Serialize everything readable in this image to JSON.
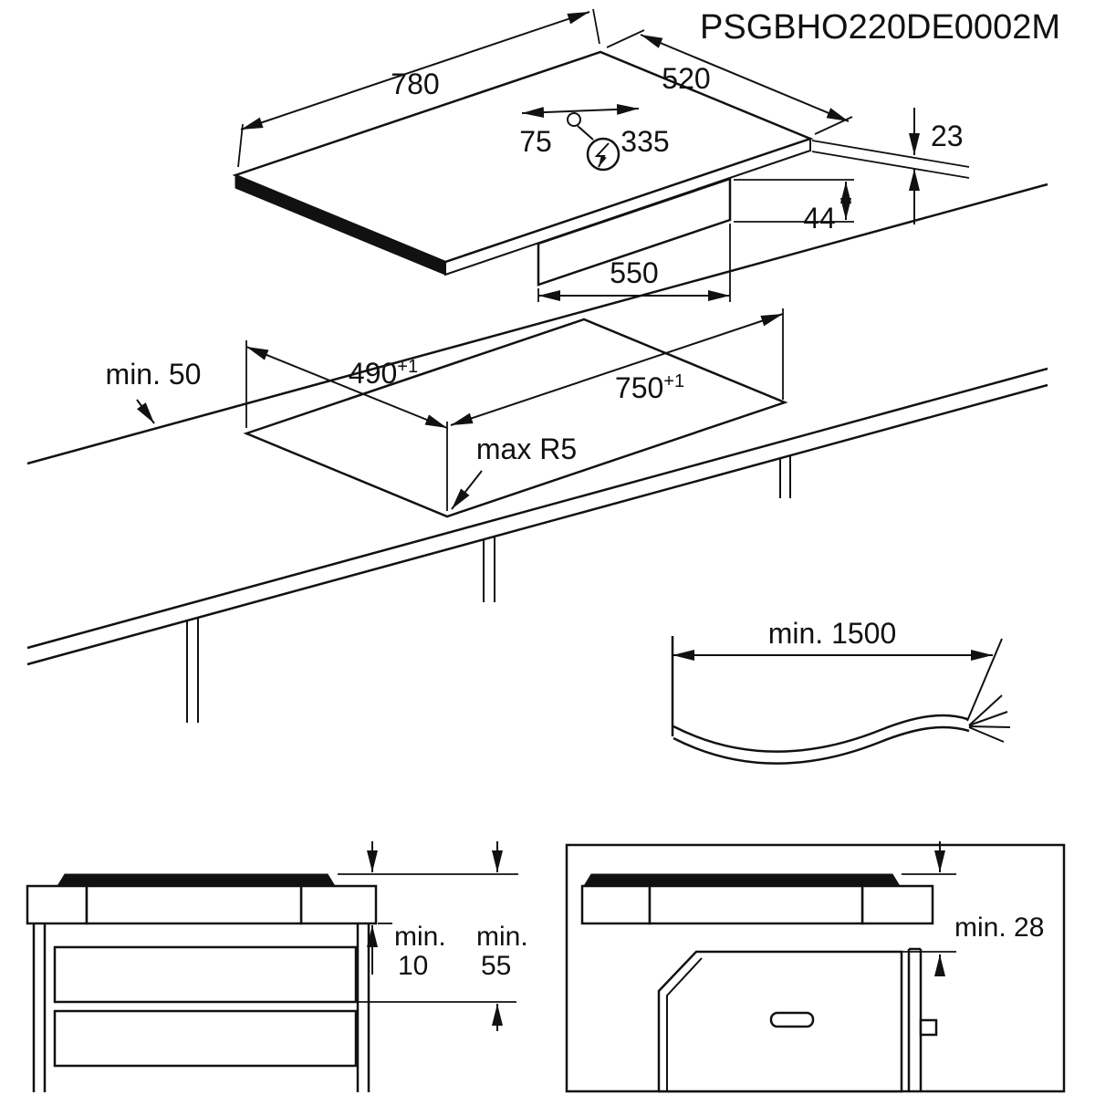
{
  "meta": {
    "drawing_code": "PSGBHO220DE0002M"
  },
  "hob": {
    "width": "780",
    "depth": "520",
    "connection_offset_left": "75",
    "connection_offset_right": "335",
    "glass_thickness": "23",
    "body_height": "44",
    "body_width": "550"
  },
  "cutout": {
    "edge_clearance": "min. 50",
    "depth": "490",
    "depth_tolerance": "+1",
    "width": "750",
    "width_tolerance": "+1",
    "corner_radius": "max R5"
  },
  "cable": {
    "min_length": "min. 1500"
  },
  "drawer_clearance": {
    "label_min_1": "min.",
    "value_1": "10",
    "label_min_2": "min.",
    "value_2": "55"
  },
  "oven_clearance": {
    "label": "min. 28"
  }
}
